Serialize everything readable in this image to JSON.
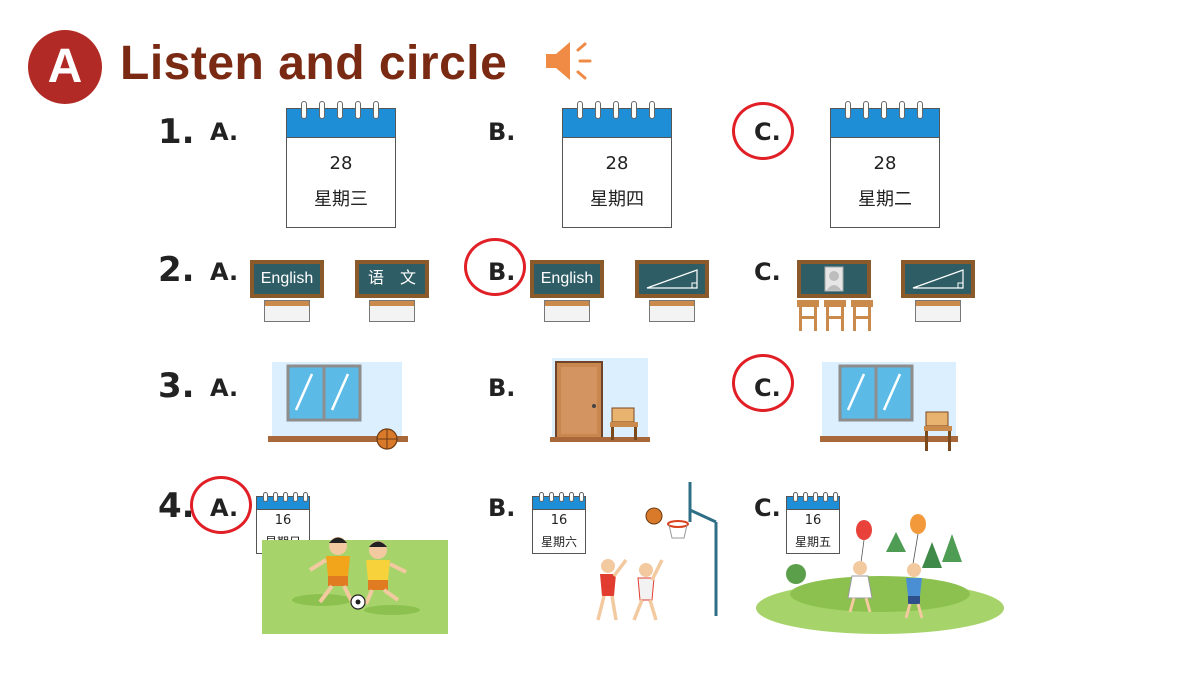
{
  "header": {
    "badge": "A",
    "title": "Listen and circle",
    "speaker_icon": "speaker-icon"
  },
  "colors": {
    "badge": "#b22a25",
    "title": "#7a2a12",
    "circle": "#e01f26",
    "calendar_top": "#1e8ed6",
    "board": "#2f5d66"
  },
  "questions": [
    {
      "number": "1.",
      "answer": "C.",
      "options": [
        {
          "label": "A.",
          "date": "28",
          "weekday": "星期三"
        },
        {
          "label": "B.",
          "date": "28",
          "weekday": "星期四"
        },
        {
          "label": "C.",
          "date": "28",
          "weekday": "星期二"
        }
      ]
    },
    {
      "number": "2.",
      "answer": "B.",
      "options": [
        {
          "label": "A.",
          "boards": [
            "English",
            "语　文"
          ]
        },
        {
          "label": "B.",
          "boards": [
            "English",
            "triangle"
          ]
        },
        {
          "label": "C.",
          "boards": [
            "portrait",
            "triangle"
          ]
        }
      ]
    },
    {
      "number": "3.",
      "answer": "C.",
      "options": [
        {
          "label": "A.",
          "scene": "window and ball"
        },
        {
          "label": "B.",
          "scene": "door and chair"
        },
        {
          "label": "C.",
          "scene": "window and chair"
        }
      ]
    },
    {
      "number": "4.",
      "answer": "A.",
      "options": [
        {
          "label": "A.",
          "date": "16",
          "weekday": "星期日",
          "scene": "football"
        },
        {
          "label": "B.",
          "date": "16",
          "weekday": "星期六",
          "scene": "basketball"
        },
        {
          "label": "C.",
          "date": "16",
          "weekday": "星期五",
          "scene": "park with balloons"
        }
      ]
    }
  ]
}
